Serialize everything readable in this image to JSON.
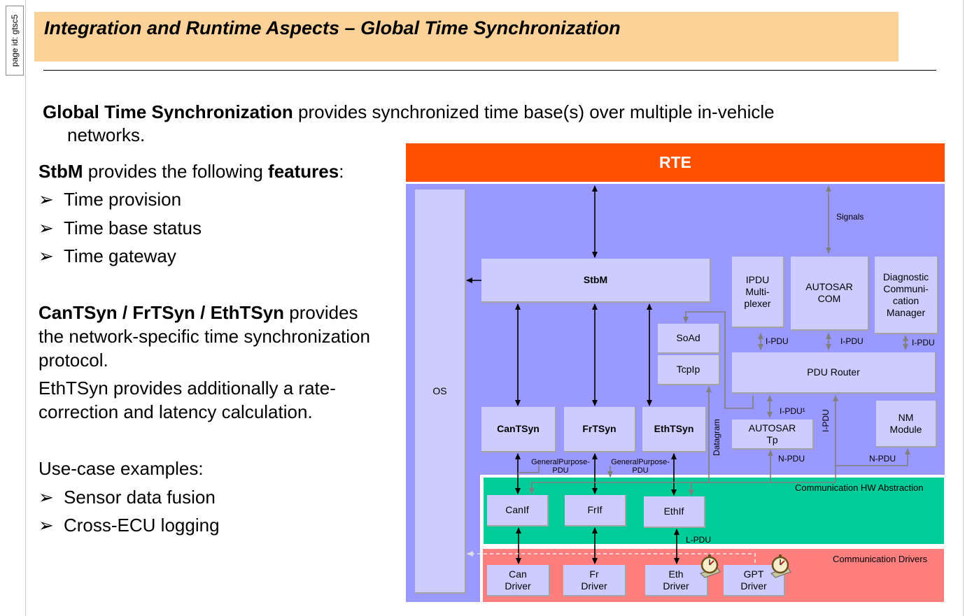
{
  "page_id": "page id: gtsc5",
  "title": "Integration and Runtime Aspects – Global Time Synchronization",
  "intro": {
    "bold": "Global Time Synchronization",
    "rest": " provides synchronized time base(s) over multiple in-vehicle",
    "cont": "networks."
  },
  "stbm_features": {
    "bold1": "StbM",
    "mid": " provides the following ",
    "bold2": "features",
    "end": ":",
    "items": [
      "Time provision",
      "Time base status",
      "Time gateway"
    ]
  },
  "tsyn": {
    "bold": "CanTSyn / FrTSyn / EthTSyn",
    "line1_rest": " provides",
    "line2": "the network-specific time synchronization",
    "line3": "protocol.",
    "eth1": "EthTSyn provides additionally a rate-",
    "eth2": "correction and latency calculation."
  },
  "usecases": {
    "heading": "Use-case examples:",
    "items": [
      "Sensor data fusion",
      "Cross-ECU logging"
    ]
  },
  "bullet_glyph": "➢",
  "diagram": {
    "rte": "RTE",
    "os": "OS",
    "stbm": "StbM",
    "signals": "Signals",
    "ipdu_mux": [
      "IPDU",
      "Multi-",
      "plexer"
    ],
    "autosar_com": [
      "AUTOSAR",
      "COM"
    ],
    "dcm": [
      "Diagnostic",
      "Communi-",
      "cation",
      "Manager"
    ],
    "soad": "SoAd",
    "tcpip": "TcpIp",
    "pdu_router": "PDU Router",
    "autosar_tp": [
      "AUTOSAR",
      "Tp"
    ],
    "nm": [
      "NM",
      "Module"
    ],
    "cantsyn": "CanTSyn",
    "frtsyn": "FrTSyn",
    "ethtsyn": "EthTSyn",
    "ipdu": "I-PDU",
    "ipdu1": "I-PDU¹",
    "npdu": "N-PDU",
    "lpdu": "L-PDU",
    "datagram": "Datagram",
    "gp_pdu": [
      "GeneralPurpose-",
      "PDU"
    ],
    "hw_abstraction": "Communication HW Abstraction",
    "comm_drivers": "Communication Drivers",
    "canif": "CanIf",
    "frif": "FrIf",
    "ethif": "EthIf",
    "can_driver": [
      "Can",
      "Driver"
    ],
    "fr_driver": [
      "Fr",
      "Driver"
    ],
    "eth_driver": [
      "Eth",
      "Driver"
    ],
    "gpt_driver": [
      "GPT",
      "Driver"
    ],
    "colors": {
      "rte": "#ff5000",
      "service_layer": "#9999ff",
      "module": "#ccccff",
      "hw_abstraction": "#00cc99",
      "drivers": "#ff7f7f",
      "title_bar": "#fcd298"
    }
  }
}
